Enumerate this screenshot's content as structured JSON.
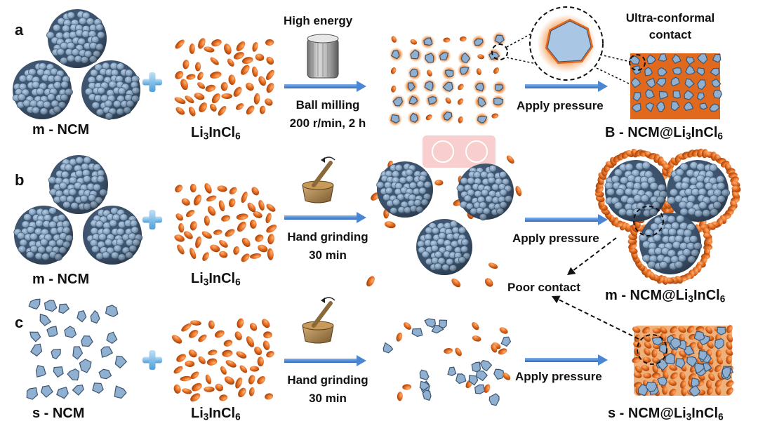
{
  "colors": {
    "ncm_fill": "#7f9fbe",
    "ncm_light": "#a9c3de",
    "ncm_dark": "#3e5570",
    "electrolyte": "#e0691d",
    "electrolyte_dark": "#a8460c",
    "arrow": "#4a86d3",
    "watermark": "#f3a7a7"
  },
  "panels": {
    "a": {
      "tag": "a",
      "cathode": "m - NCM",
      "electrolyte": {
        "pre": "Li",
        "s1": "3",
        "mid": "InCl",
        "s2": "6"
      },
      "tool_label": "High energy",
      "tool_icon": "ball-mill-jar-icon",
      "process": [
        "Ball milling",
        "200 r/min, 2 h"
      ],
      "step2": "Apply pressure",
      "zoom_label": [
        "Ultra-conformal",
        "contact"
      ],
      "result": {
        "pre": "B - NCM@Li",
        "s1": "3",
        "mid": "InCl",
        "s2": "6"
      }
    },
    "b": {
      "tag": "b",
      "cathode": "m - NCM",
      "electrolyte": {
        "pre": "Li",
        "s1": "3",
        "mid": "InCl",
        "s2": "6"
      },
      "tool_icon": "mortar-pestle-icon",
      "process": [
        "Hand grinding",
        "30 min"
      ],
      "step2": "Apply pressure",
      "result": {
        "pre": "m - NCM@Li",
        "s1": "3",
        "mid": "InCl",
        "s2": "6"
      }
    },
    "c": {
      "tag": "c",
      "cathode": "s - NCM",
      "electrolyte": {
        "pre": "Li",
        "s1": "3",
        "mid": "InCl",
        "s2": "6"
      },
      "tool_icon": "mortar-pestle-icon",
      "process": [
        "Hand grinding",
        "30 min"
      ],
      "step2": "Apply pressure",
      "result": {
        "pre": "s - NCM@Li",
        "s1": "3",
        "mid": "InCl",
        "s2": "6"
      }
    }
  },
  "poor_contact": "Poor contact",
  "watermark_icon": "ai-watermark-icon"
}
